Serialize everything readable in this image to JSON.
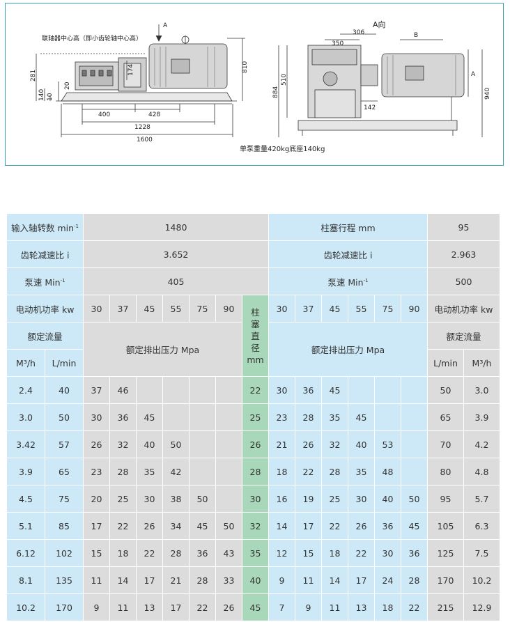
{
  "drawing": {
    "side_view": {
      "annotation_coupling": "联轴器中心高（即小齿轮轴中心高）",
      "arrow_label": "A",
      "dims": {
        "d400": "400",
        "d428": "428",
        "d1228": "1228",
        "d1600": "1600",
        "d810": "810",
        "d281": "281",
        "d140": "140",
        "d10": "10",
        "d20": "20",
        "d174": "174"
      }
    },
    "end_view": {
      "title": "A向",
      "dims": {
        "d306": "306",
        "d350": "350",
        "d510": "510",
        "d884": "884",
        "d142": "142",
        "d940": "940",
        "B": "B",
        "A": "A"
      }
    },
    "weight_note": "单泵重量420kg底座140kg"
  },
  "table": {
    "left": {
      "input_speed_label": "输入轴转数 min",
      "input_speed": "1480",
      "gear_ratio_label": "齿轮减速比 i",
      "gear_ratio": "3.652",
      "pump_speed_label": "泵速 Min",
      "pump_speed": "405",
      "motor_power_label": "电动机功率 kw",
      "powers": [
        "30",
        "37",
        "45",
        "55",
        "75",
        "90"
      ],
      "rated_flow_label": "额定流量",
      "flow_unit_m3": "M³/h",
      "flow_unit_l": "L/min",
      "pressure_label": "额定排出压力 Mpa"
    },
    "center": {
      "plunger_dia_label": "柱塞直径",
      "plunger_dia_unit": "mm"
    },
    "right": {
      "stroke_label": "柱塞行程 mm",
      "stroke": "95",
      "gear_ratio_label": "齿轮减速比 i",
      "gear_ratio": "2.963",
      "pump_speed_label": "泵速 Min",
      "pump_speed": "500",
      "powers": [
        "30",
        "37",
        "45",
        "55",
        "75",
        "90"
      ],
      "motor_power_label": "电动机功率 kw",
      "pressure_label": "额定排出压力 Mpa",
      "rated_flow_label": "额定流量",
      "flow_unit_l": "L/min",
      "flow_unit_m3": "M³/h"
    },
    "rows": [
      {
        "m3h": "2.4",
        "lmin": "40",
        "lp": [
          "37",
          "46",
          "",
          "",
          "",
          ""
        ],
        "d": "22",
        "rp": [
          "30",
          "36",
          "45",
          "",
          "",
          ""
        ],
        "rl": "50",
        "rm": "3.0"
      },
      {
        "m3h": "3.0",
        "lmin": "50",
        "lp": [
          "30",
          "36",
          "45",
          "",
          "",
          ""
        ],
        "d": "25",
        "rp": [
          "23",
          "28",
          "35",
          "45",
          "",
          ""
        ],
        "rl": "65",
        "rm": "3.9"
      },
      {
        "m3h": "3.42",
        "lmin": "57",
        "lp": [
          "26",
          "32",
          "40",
          "50",
          "",
          ""
        ],
        "d": "26",
        "rp": [
          "21",
          "26",
          "32",
          "40",
          "53",
          ""
        ],
        "rl": "70",
        "rm": "4.2"
      },
      {
        "m3h": "3.9",
        "lmin": "65",
        "lp": [
          "23",
          "28",
          "35",
          "42",
          "",
          ""
        ],
        "d": "28",
        "rp": [
          "18",
          "22",
          "28",
          "35",
          "48",
          ""
        ],
        "rl": "80",
        "rm": "4.8"
      },
      {
        "m3h": "4.5",
        "lmin": "75",
        "lp": [
          "20",
          "25",
          "30",
          "38",
          "50",
          ""
        ],
        "d": "30",
        "rp": [
          "16",
          "19",
          "25",
          "30",
          "40",
          "50"
        ],
        "rl": "95",
        "rm": "5.7"
      },
      {
        "m3h": "5.1",
        "lmin": "85",
        "lp": [
          "17",
          "22",
          "26",
          "34",
          "45",
          "50"
        ],
        "d": "32",
        "rp": [
          "14",
          "17",
          "22",
          "26",
          "36",
          "45"
        ],
        "rl": "105",
        "rm": "6.3"
      },
      {
        "m3h": "6.12",
        "lmin": "102",
        "lp": [
          "15",
          "18",
          "22",
          "28",
          "36",
          "43"
        ],
        "d": "35",
        "rp": [
          "12",
          "15",
          "18",
          "22",
          "30",
          "36"
        ],
        "rl": "125",
        "rm": "7.5"
      },
      {
        "m3h": "8.1",
        "lmin": "135",
        "lp": [
          "11",
          "14",
          "17",
          "21",
          "28",
          "33"
        ],
        "d": "40",
        "rp": [
          "9",
          "11",
          "14",
          "17",
          "24",
          "28"
        ],
        "rl": "170",
        "rm": "10.2"
      },
      {
        "m3h": "10.2",
        "lmin": "170",
        "lp": [
          "9",
          "11",
          "13",
          "17",
          "22",
          "26"
        ],
        "d": "45",
        "rp": [
          "7",
          "9",
          "11",
          "13",
          "18",
          "22"
        ],
        "rl": "215",
        "rm": "12.9"
      }
    ]
  }
}
